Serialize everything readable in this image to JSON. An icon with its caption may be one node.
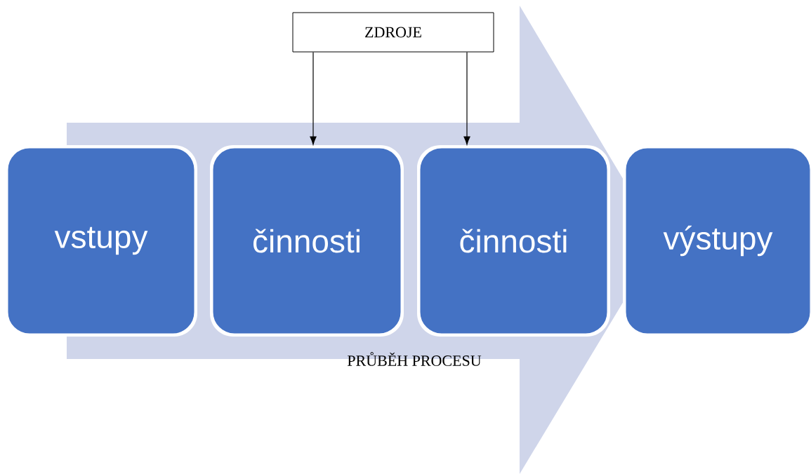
{
  "diagram": {
    "nodes": [
      {
        "text": [
          "vstupy"
        ]
      },
      {
        "text": [
          "činnosti"
        ]
      },
      {
        "text": [
          "činnosti"
        ]
      },
      {
        "text": [
          "výstupy"
        ]
      },
      {
        "text": [
          "ZDROJE"
        ]
      }
    ],
    "edges": [
      {
        "from": 4,
        "to": 1,
        "arrow": "to"
      },
      {
        "from": 4,
        "to": 2,
        "arrow": "to"
      },
      {
        "from": 0,
        "to": 3,
        "arrow": "to"
      }
    ],
    "labels": [
      "PRŮBĚH PROCESU"
    ]
  }
}
